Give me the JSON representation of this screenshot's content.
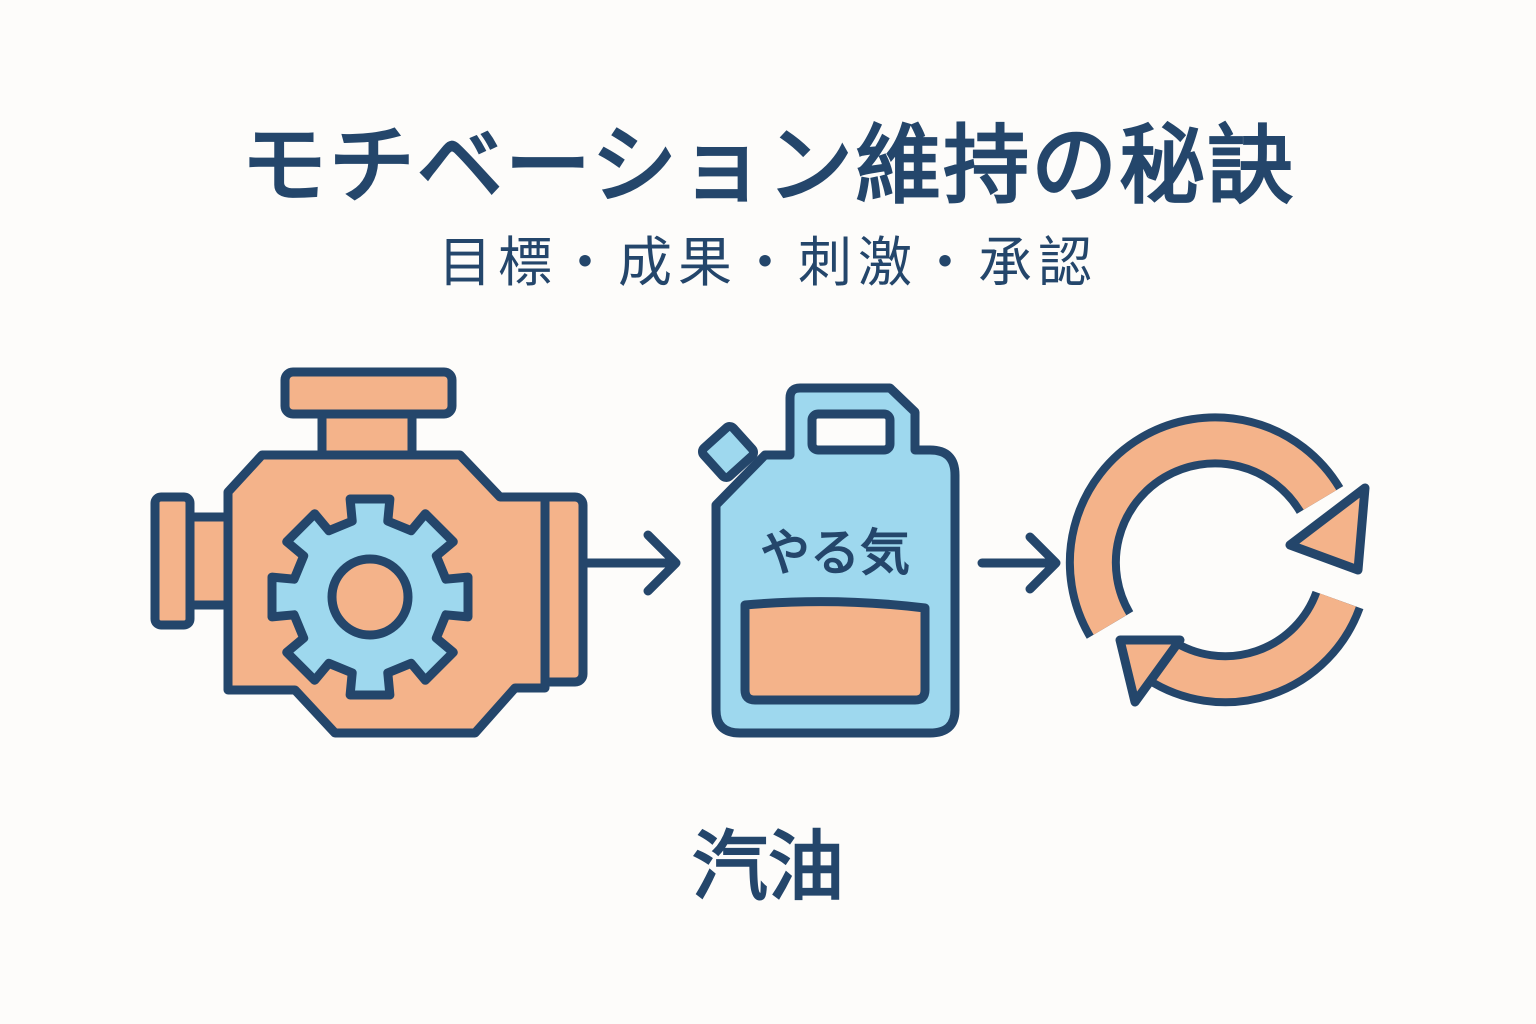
{
  "title": "モチベーション維持の秘訣",
  "subtitle": "目標・成果・刺激・承認",
  "can_label": "やる気",
  "caption": "汽油",
  "icons": [
    "engine-icon",
    "gear-icon",
    "arrow-right-icon",
    "fuel-can-icon",
    "cycle-arrows-icon"
  ],
  "colors": {
    "navy": "#24466b",
    "orange": "#f4b38a",
    "blue": "#9ed8ee",
    "background": "#fdfcfa"
  }
}
